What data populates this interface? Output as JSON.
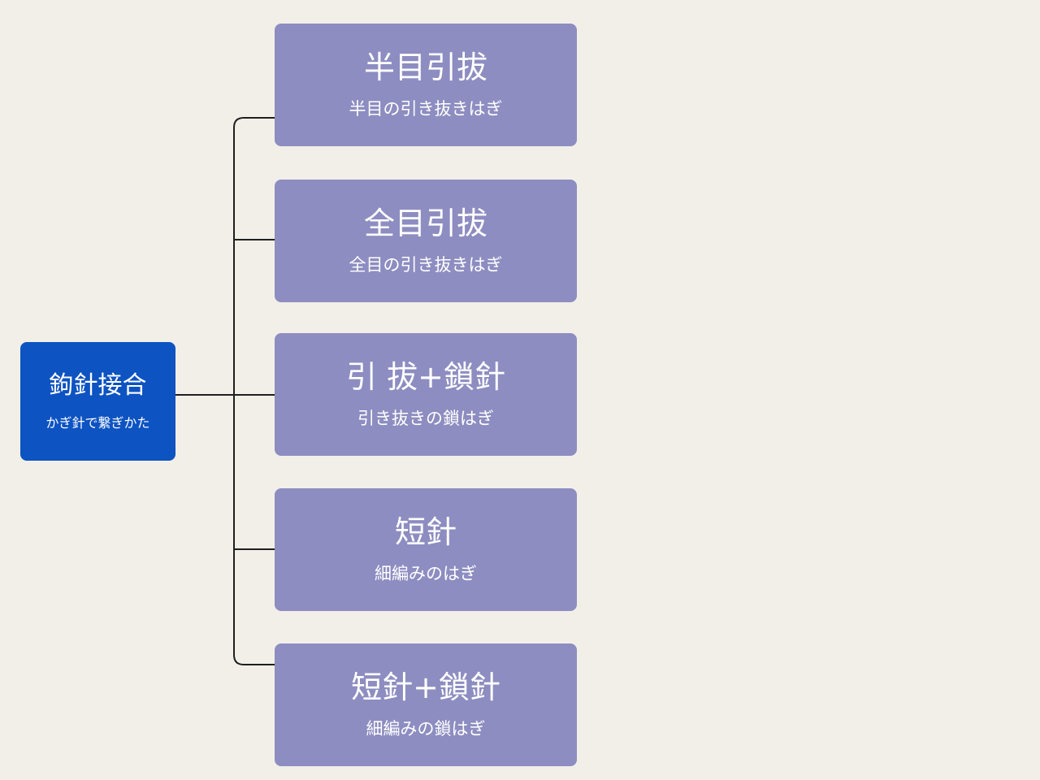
{
  "colors": {
    "background": "#f2efe8",
    "root-node": "#0d53c2",
    "child-node": "#8d8dc1",
    "connector": "#1f1f1f",
    "node-text": "#ffffff"
  },
  "diagram": {
    "type": "mindmap-tree",
    "root_node": {
      "title": "鉤針接合",
      "subtitle": "かぎ針で繋ぎかた"
    },
    "nodes": [
      {
        "title": "半目引拔",
        "subtitle": "半目の引き抜きはぎ"
      },
      {
        "title": "全目引拔",
        "subtitle": "全目の引き抜きはぎ"
      },
      {
        "title": "引 拔+鎖針",
        "subtitle": "引き抜きの鎖はぎ"
      },
      {
        "title": "短針",
        "subtitle": "細編みのはぎ"
      },
      {
        "title": "短針+鎖針",
        "subtitle": "細編みの鎖はぎ"
      }
    ]
  }
}
